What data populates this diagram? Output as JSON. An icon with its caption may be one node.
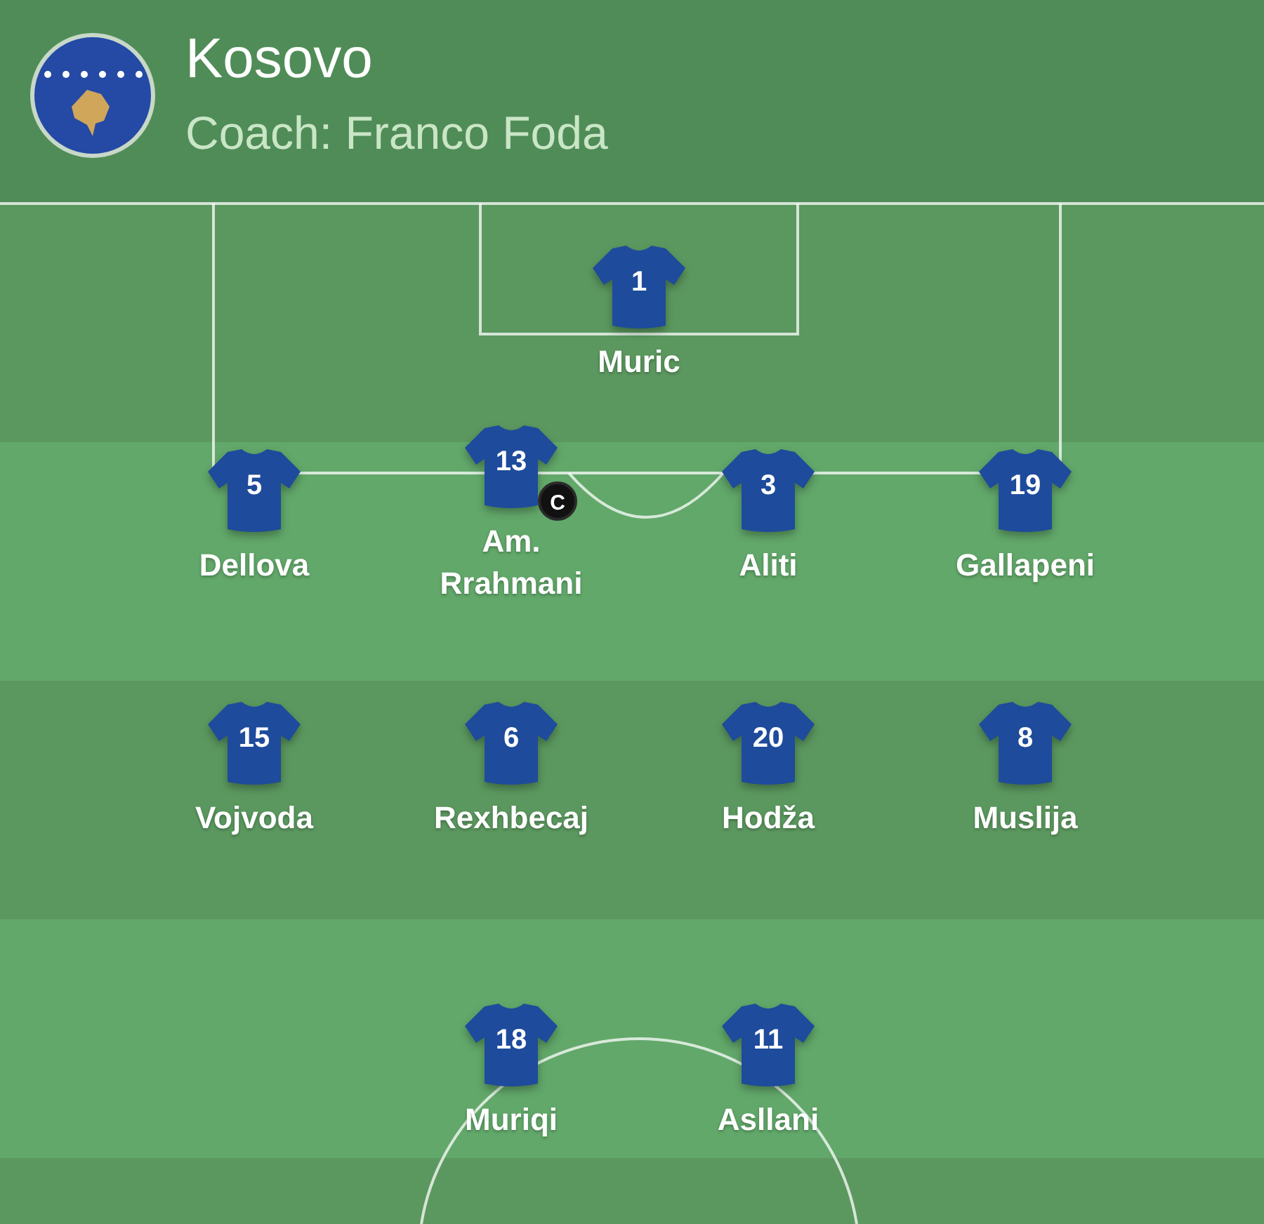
{
  "diagram": {
    "title": "Kosovo",
    "labels": [
      "Coach: Franco Foda"
    ],
    "nodes": [
      {
        "text": [
          "1",
          "Muric"
        ]
      },
      {
        "text": [
          "5",
          "Dellova"
        ]
      },
      {
        "text": [
          "13",
          "Am. Rrahmani"
        ],
        "beside": [
          "C"
        ]
      },
      {
        "text": [
          "3",
          "Aliti"
        ]
      },
      {
        "text": [
          "19",
          "Gallapeni"
        ]
      },
      {
        "text": [
          "15",
          "Vojvoda"
        ]
      },
      {
        "text": [
          "6",
          "Rexhbecaj"
        ]
      },
      {
        "text": [
          "20",
          "Hodža"
        ]
      },
      {
        "text": [
          "8",
          "Muslija"
        ]
      },
      {
        "text": [
          "18",
          "Muriqi"
        ]
      },
      {
        "text": [
          "11",
          "Asllani"
        ]
      }
    ]
  }
}
